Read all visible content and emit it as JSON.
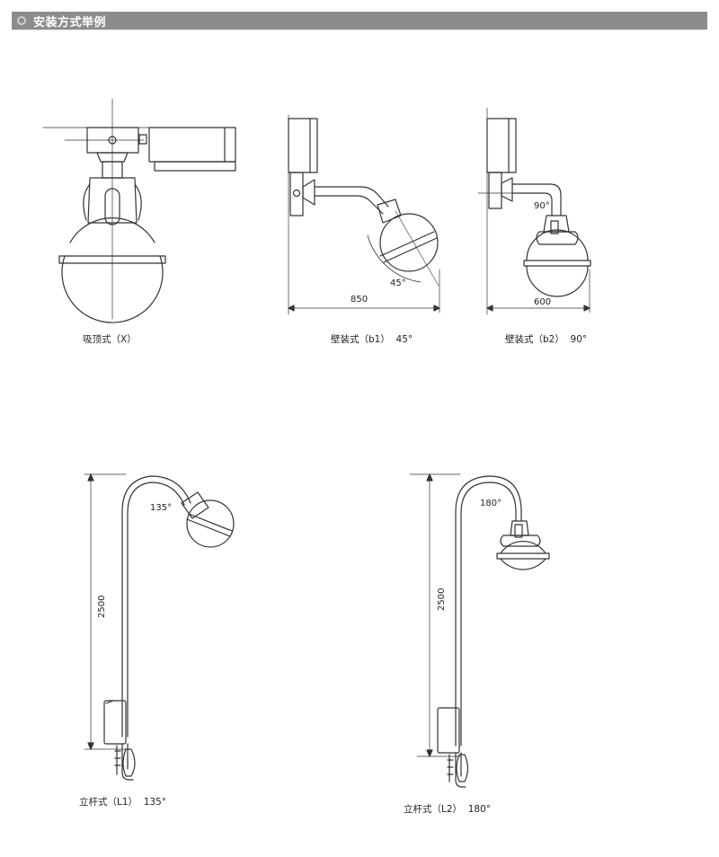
{
  "header": {
    "title": "安装方式举例",
    "bullet_icon": "circle-bullet-icon"
  },
  "mounts": [
    {
      "id": "x",
      "caption": "吸顶式（X）",
      "angle": ""
    },
    {
      "id": "b1",
      "caption": "壁装式（b1）  45°",
      "angle": "45°",
      "dimension": "850"
    },
    {
      "id": "b2",
      "caption": "壁装式（b2）  90°",
      "angle": "90°",
      "dimension": "600"
    },
    {
      "id": "l1",
      "caption": "立杆式（L1）  135°",
      "angle": "135°",
      "dimension": "2500"
    },
    {
      "id": "l2",
      "caption": "立杆式（L2）  180°",
      "angle": "180°",
      "dimension": "2500"
    }
  ],
  "colors": {
    "header_bg": "#8c8c8c",
    "line": "#333333",
    "dim": "#555555"
  }
}
